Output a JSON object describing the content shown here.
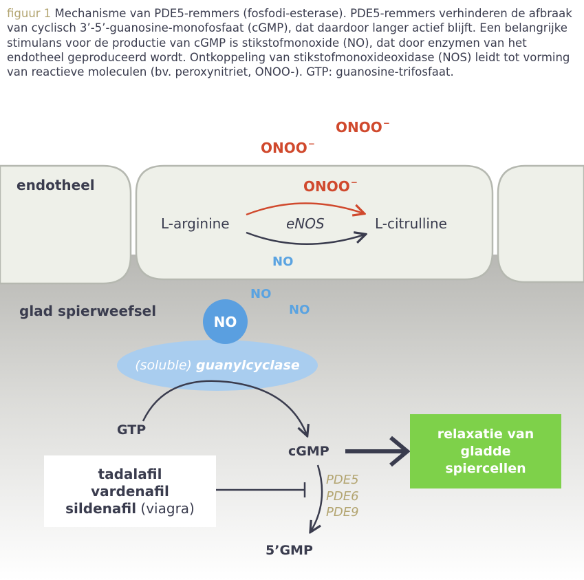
{
  "caption": {
    "label": "figuur 1",
    "text": " Mechanisme van PDE5-remmers (fosfodi-esterase). PDE5-remmers verhinderen de afbraak van cyclisch 3’-5’-guanosine-monofosfaat (cGMP), dat daardoor langer actief blijft. Een belangrijke stimulans voor de productie van cGMP is stikstofmonoxide (NO), dat door enzymen van het endotheel geproduceerd wordt. Ontkoppeling van stikstof­monoxideoxidase (NOS) leidt tot vorming van reactieve moleculen (bv. peroxynitriet, ONOO-). GTP: guanosine-trifosfaat."
  },
  "onoo": {
    "text": "ONOO",
    "charge": "−"
  },
  "regions": {
    "endothelium": "endotheel",
    "smooth_muscle": "glad spierweefsel"
  },
  "enos_reaction": {
    "substrate": "L-arginine",
    "enzyme": "eNOS",
    "product": "L-citrulline",
    "uncoupled_product": "ONOO",
    "coupled_product": "NO"
  },
  "no_labels": [
    "NO",
    "NO",
    "NO"
  ],
  "no_circle": "NO",
  "guanylcyclase": {
    "prefix": "(soluble)",
    "name": "guanylcyclase"
  },
  "molecules": {
    "gtp": "GTP",
    "cgmp": "cGMP",
    "gmp5": "5’GMP"
  },
  "pde_enzymes": [
    "PDE5",
    "PDE6",
    "PDE9"
  ],
  "drugs": {
    "d1": "tadalafil",
    "d2": "vardenafil",
    "d3": "sildenafil",
    "d3_note": "(viagra)"
  },
  "outcome": {
    "line1": "relaxatie van",
    "line2": "gladde",
    "line3": "spiercellen"
  },
  "colors": {
    "text": "#3a3c4e",
    "onoo": "#d0492d",
    "no": "#5aa3e1",
    "pde": "#b3a571",
    "outcome": "#7ed14a",
    "cell_fill": "#eef0e9",
    "tissue_gray": "#b8b8b4"
  }
}
